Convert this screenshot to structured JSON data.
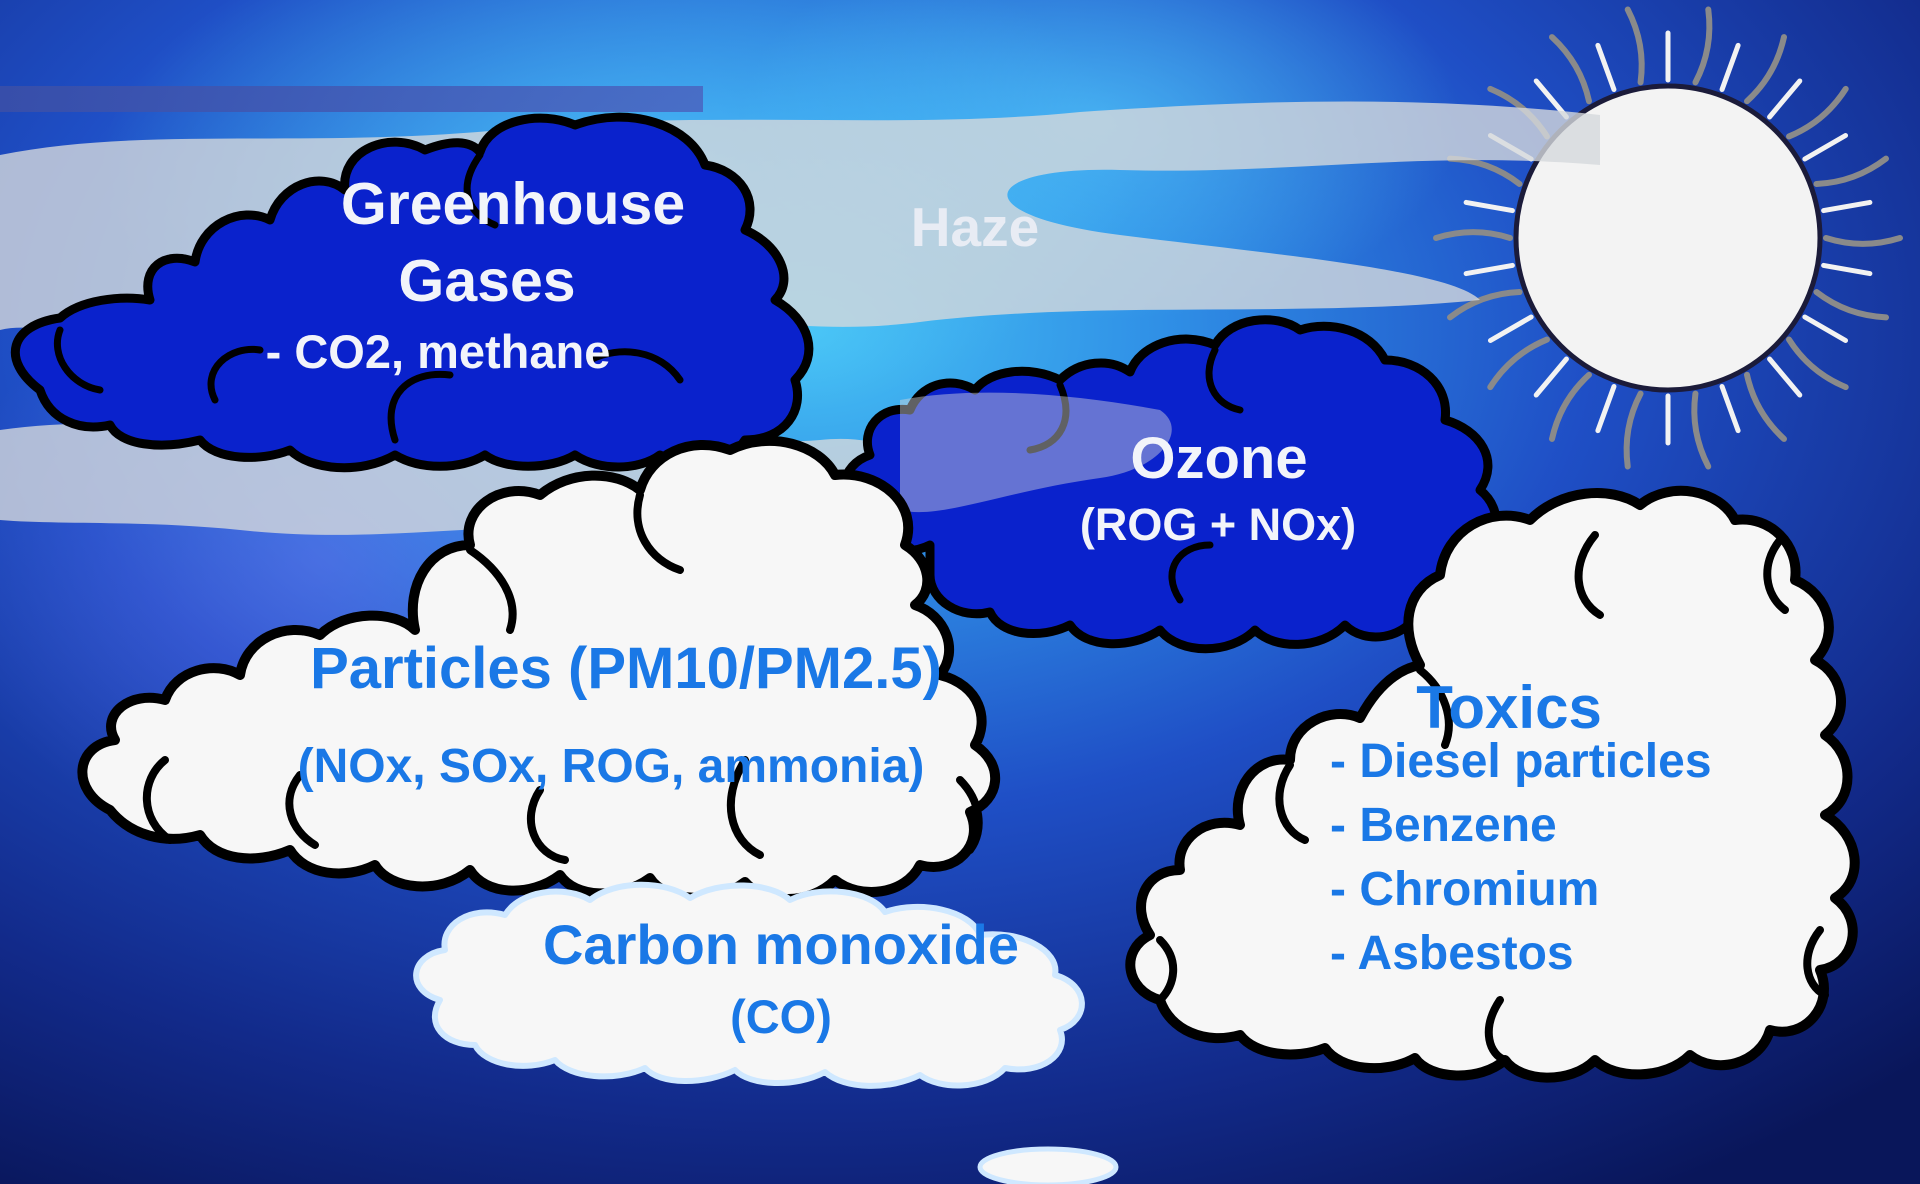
{
  "colors": {
    "sky_light": "#3fb0f0",
    "sky_dark": "#0a1a66",
    "dark_cloud": "#0a22cc",
    "light_cloud": "#f7f7f7",
    "cloud_outline": "#000000",
    "label_blue": "#1a78e6",
    "label_white": "#f2f4fa",
    "haze": "#d4d8dc",
    "sun": "#f3f3f3"
  },
  "labels": {
    "greenhouse_title_1": "Greenhouse",
    "greenhouse_title_2": "Gases",
    "greenhouse_sub": "- CO2, methane",
    "haze": "Haze",
    "ozone_title": "Ozone",
    "ozone_sub": "(ROG + NOx)",
    "particles_title": "Particles (PM10/PM2.5)",
    "particles_sub": "(NOx, SOx, ROG, ammonia)",
    "co_title": "Carbon monoxide",
    "co_sub": "(CO)",
    "toxics_title": "Toxics",
    "toxics_items": [
      "- Diesel particles",
      "- Benzene",
      "- Chromium",
      "- Asbestos"
    ]
  },
  "icons": {
    "sun": "sun-icon"
  }
}
